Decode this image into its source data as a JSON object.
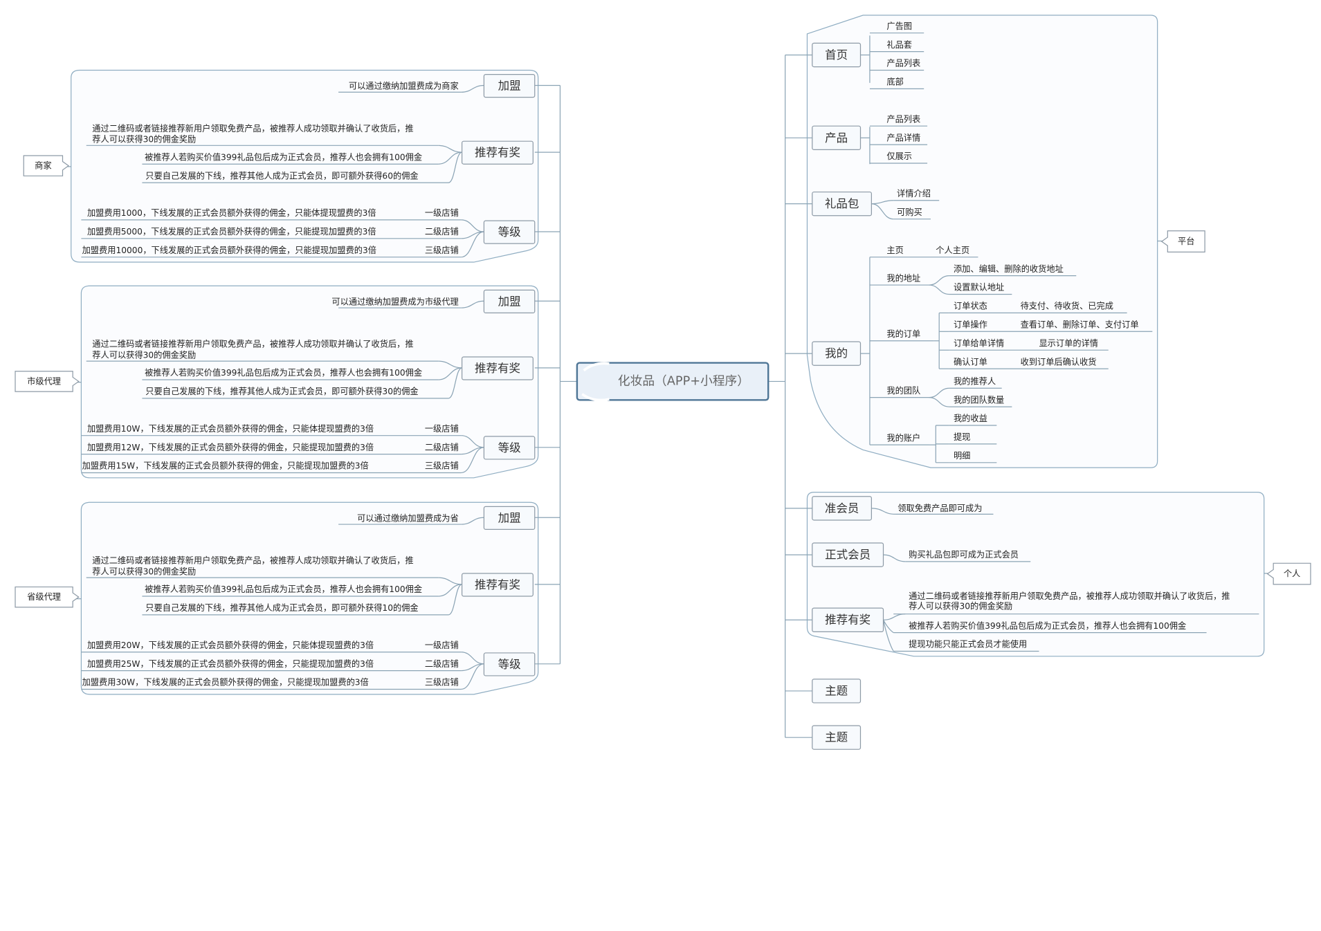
{
  "center": "化妆品（APP+小程序）",
  "labels": {
    "merchant": "商家",
    "city_agent": "市级代理",
    "province_agent": "省级代理",
    "platform": "平台",
    "personal": "个人"
  },
  "left": [
    {
      "join": {
        "title": "加盟",
        "note": "可以通过缴纳加盟费成为商家"
      },
      "reward": {
        "title": "推荐有奖",
        "lines": [
          [
            "通过二维码或者链接推荐新用户领取免费产品，被推荐人成功领取并确认了收货后，推",
            "荐人可以获得30的佣金奖励"
          ],
          [
            "被推荐人若购买价值399礼品包后成为正式会员，推荐人也会拥有100佣金"
          ],
          [
            "只要自己发展的下线，推荐其他人成为正式会员，即可额外获得60的佣金"
          ]
        ]
      },
      "level": {
        "title": "等级",
        "rows": [
          {
            "text": "加盟费用1000，下线发展的正式会员额外获得的佣金，只能体提现盟费的3倍",
            "shop": "一级店铺"
          },
          {
            "text": "加盟费用5000，下线发展的正式会员额外获得的佣金，只能提现加盟费的3倍",
            "shop": "二级店铺"
          },
          {
            "text": "加盟费用10000，下线发展的正式会员额外获得的佣金，只能提现加盟费的3倍",
            "shop": "三级店铺"
          }
        ]
      }
    },
    {
      "join": {
        "title": "加盟",
        "note": "可以通过缴纳加盟费成为市级代理"
      },
      "reward": {
        "title": "推荐有奖",
        "lines": [
          [
            "通过二维码或者链接推荐新用户领取免费产品，被推荐人成功领取并确认了收货后，推",
            "荐人可以获得30的佣金奖励"
          ],
          [
            "被推荐人若购买价值399礼品包后成为正式会员，推荐人也会拥有100佣金"
          ],
          [
            "只要自己发展的下线，推荐其他人成为正式会员，即可额外获得30的佣金"
          ]
        ]
      },
      "level": {
        "title": "等级",
        "rows": [
          {
            "text": "加盟费用10W，下线发展的正式会员额外获得的佣金，只能体提现盟费的3倍",
            "shop": "一级店铺"
          },
          {
            "text": "加盟费用12W，下线发展的正式会员额外获得的佣金，只能提现加盟费的3倍",
            "shop": "二级店铺"
          },
          {
            "text": "加盟费用15W，下线发展的正式会员额外获得的佣金，只能提现加盟费的3倍",
            "shop": "三级店铺"
          }
        ]
      }
    },
    {
      "join": {
        "title": "加盟",
        "note": "可以通过缴纳加盟费成为省"
      },
      "reward": {
        "title": "推荐有奖",
        "lines": [
          [
            "通过二维码或者链接推荐新用户领取免费产品，被推荐人成功领取并确认了收货后，推",
            "荐人可以获得30的佣金奖励"
          ],
          [
            "被推荐人若购买价值399礼品包后成为正式会员，推荐人也会拥有100佣金"
          ],
          [
            "只要自己发展的下线，推荐其他人成为正式会员，即可额外获得10的佣金"
          ]
        ]
      },
      "level": {
        "title": "等级",
        "rows": [
          {
            "text": "加盟费用20W，下线发展的正式会员额外获得的佣金，只能体提现盟费的3倍",
            "shop": "一级店铺"
          },
          {
            "text": "加盟费用25W，下线发展的正式会员额外获得的佣金，只能提现加盟费的3倍",
            "shop": "二级店铺"
          },
          {
            "text": "加盟费用30W，下线发展的正式会员额外获得的佣金，只能提现加盟费的3倍",
            "shop": "三级店铺"
          }
        ]
      }
    }
  ],
  "right": {
    "home": {
      "title": "首页",
      "items": [
        "广告图",
        "礼品套",
        "产品列表",
        "底部"
      ]
    },
    "product": {
      "title": "产品",
      "items": [
        "产品列表",
        "产品详情",
        "仅展示"
      ]
    },
    "gift": {
      "title": "礼品包",
      "items": [
        "详情介绍",
        "可购买"
      ]
    },
    "mine": {
      "title": "我的",
      "homepage": {
        "label": "主页",
        "value": "个人主页"
      },
      "address": {
        "label": "我的地址",
        "items": [
          "添加、编辑、删除的收货地址",
          "设置默认地址"
        ]
      },
      "orders": {
        "label": "我的订单",
        "rows": [
          {
            "key": "订单状态",
            "value": "待支付、待收货、已完成"
          },
          {
            "key": "订单操作",
            "value": "查看订单、删除订单、支付订单"
          },
          {
            "key": "订单给单详情",
            "value": "显示订单的详情"
          },
          {
            "key": "确认订单",
            "value": "收到订单后确认收货"
          }
        ]
      },
      "team": {
        "label": "我的团队",
        "items": [
          "我的推荐人",
          "我的团队数量"
        ]
      },
      "account": {
        "label": "我的账户",
        "items": [
          "我的收益",
          "提现",
          "明细"
        ]
      }
    },
    "pre_member": {
      "title": "准会员",
      "note": "领取免费产品即可成为"
    },
    "full_member": {
      "title": "正式会员",
      "note": "购买礼品包即可成为正式会员"
    },
    "referral": {
      "title": "推荐有奖",
      "lines": [
        [
          "通过二维码或者链接推荐新用户领取免费产品，被推荐人成功领取并确认了收货后，推",
          "荐人可以获得30的佣金奖励"
        ],
        [
          "被推荐人若购买价值399礼品包后成为正式会员，推荐人也会拥有100佣金"
        ],
        [
          "提现功能只能正式会员才能使用"
        ]
      ]
    },
    "topic1": {
      "title": "主题"
    },
    "topic2": {
      "title": "主题"
    }
  }
}
